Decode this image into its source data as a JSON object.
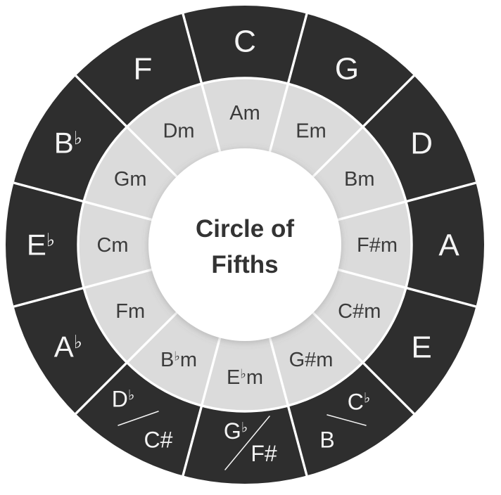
{
  "title": {
    "line1": "Circle of",
    "line2": "Fifths"
  },
  "colors": {
    "background": "#ffffff",
    "outer_ring": "#2e2e2e",
    "inner_ring": "#dbdbdb",
    "divider": "#ffffff",
    "outer_label": "#f4f4f4",
    "inner_label": "#3b3b3b",
    "center_bg": "#ffffff",
    "center_text": "#333333",
    "enharmonic_slash": "#f5f5f5"
  },
  "outer_ring": {
    "segments": [
      {
        "angle": 0,
        "label": "C"
      },
      {
        "angle": 30,
        "label": "G"
      },
      {
        "angle": 60,
        "label": "D"
      },
      {
        "angle": 90,
        "label": "A"
      },
      {
        "angle": 120,
        "label": "E"
      },
      {
        "angle": 150,
        "labels": [
          "C♭",
          "B"
        ]
      },
      {
        "angle": 180,
        "labels": [
          "G♭",
          "F#"
        ]
      },
      {
        "angle": 210,
        "labels": [
          "D♭",
          "C#"
        ]
      },
      {
        "angle": 240,
        "label": "A♭"
      },
      {
        "angle": 270,
        "label": "E♭"
      },
      {
        "angle": 300,
        "label": "B♭"
      },
      {
        "angle": 330,
        "label": "F"
      }
    ]
  },
  "inner_ring": {
    "segments": [
      {
        "angle": 0,
        "label": "Am"
      },
      {
        "angle": 30,
        "label": "Em"
      },
      {
        "angle": 60,
        "label": "Bm"
      },
      {
        "angle": 90,
        "label": "F#m"
      },
      {
        "angle": 120,
        "label": "C#m"
      },
      {
        "angle": 150,
        "label": "G#m"
      },
      {
        "angle": 180,
        "label": "E♭m"
      },
      {
        "angle": 210,
        "label": "B♭m"
      },
      {
        "angle": 240,
        "label": "Fm"
      },
      {
        "angle": 270,
        "label": "Cm"
      },
      {
        "angle": 300,
        "label": "Gm"
      },
      {
        "angle": 330,
        "label": "Dm"
      }
    ]
  }
}
